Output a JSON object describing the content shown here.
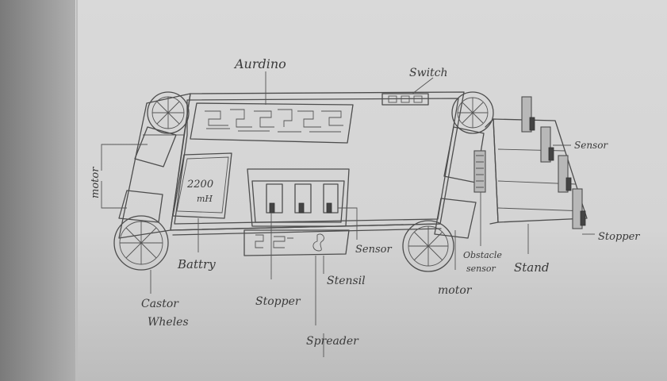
{
  "labels": {
    "arduino": "Aurdino",
    "switch": "Switch",
    "motor_left": "motor",
    "battery_value": "2200",
    "battery_unit": "mH",
    "battery": "Battry",
    "caster_line1": "Castor",
    "caster_line2": "Wheles",
    "stopper_bottom": "Stopper",
    "stensil": "Stensil",
    "spreader": "Spreader",
    "sensor_middle": "Sensor",
    "motor_right": "motor",
    "obstacle_line1": "Obstacle",
    "obstacle_line2": "sensor",
    "stand": "Stand",
    "sensor_right": "Sensor",
    "stopper_right": "Stopper"
  }
}
